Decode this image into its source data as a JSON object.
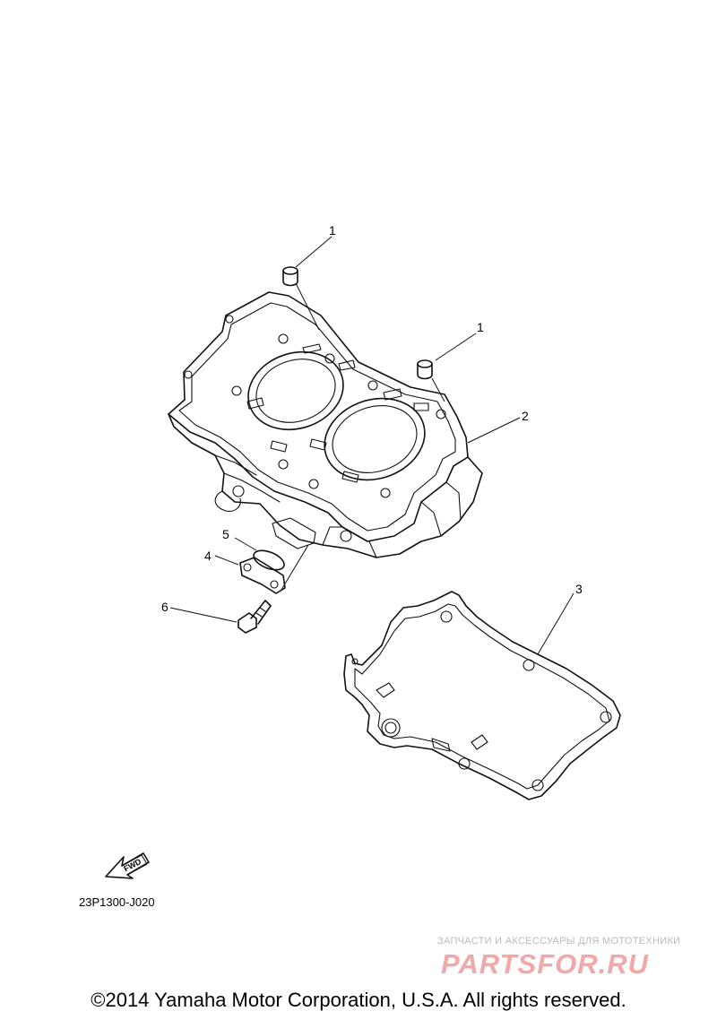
{
  "callouts": {
    "dowel_pin_a": "1",
    "dowel_pin_b": "1",
    "cylinder": "2",
    "cylinder_gasket": "3",
    "bracket": "4",
    "o_ring": "5",
    "bolt": "6"
  },
  "fwd_label": "FWD",
  "diagram_code": "23P1300-J020",
  "watermark": {
    "tagline": "ЗАПЧАСТИ И АКСЕССУАРЫ ДЛЯ МОТОТЕХНИКИ",
    "logo": "PARTSFOR.RU",
    "logo_color": "#f0a8a8"
  },
  "copyright": "©2014 Yamaha Motor Corporation, U.S.A. All rights reserved."
}
